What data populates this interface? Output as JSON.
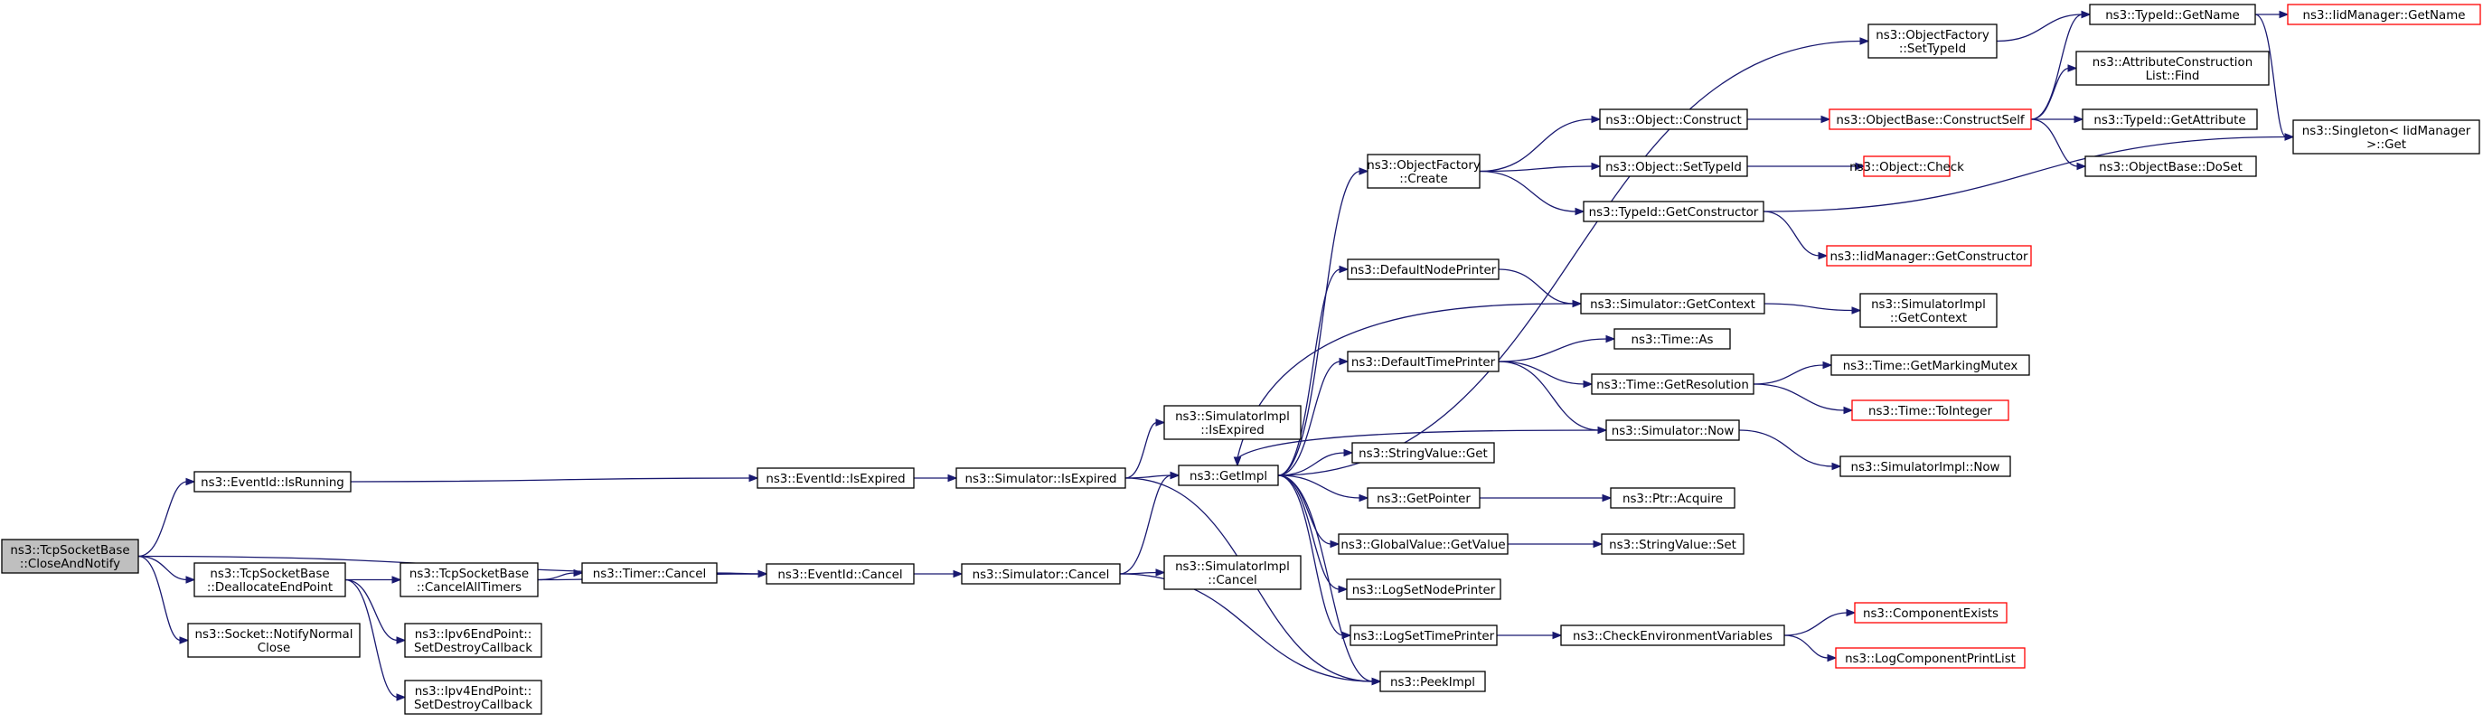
{
  "graph": {
    "nodes": {
      "n0": [
        "ns3::TcpSocketBase",
        "::CloseAndNotify"
      ],
      "n1": [
        "ns3::EventId::IsRunning"
      ],
      "n2": [
        "ns3::TcpSocketBase",
        "::DeallocateEndPoint"
      ],
      "n3": [
        "ns3::Socket::NotifyNormal",
        "Close"
      ],
      "n4": [
        "ns3::EventId::IsExpired"
      ],
      "n5": [
        "ns3::Simulator::IsExpired"
      ],
      "n6": [
        "ns3::SimulatorImpl",
        "::IsExpired"
      ],
      "n7": [
        "ns3::GetImpl"
      ],
      "n8": [
        "ns3::ObjectFactory",
        "::Create"
      ],
      "n9": [
        "ns3::Object::Construct"
      ],
      "n10": [
        "ns3::ObjectBase::ConstructSelf"
      ],
      "n11": [
        "ns3::TypeId::GetName"
      ],
      "n12": [
        "ns3::IidManager::GetName"
      ],
      "n13": [
        "ns3::Singleton< IidManager",
        ">::Get"
      ],
      "n14": [
        "ns3::ObjectFactory",
        "::SetTypeId"
      ],
      "n15": [
        "ns3::AttributeConstruction",
        "List::Find"
      ],
      "n16": [
        "ns3::TypeId::GetAttribute"
      ],
      "n17": [
        "ns3::ObjectBase::DoSet"
      ],
      "n18": [
        "ns3::Object::SetTypeId"
      ],
      "n19": [
        "ns3::Object::Check"
      ],
      "n20": [
        "ns3::TypeId::GetConstructor"
      ],
      "n21": [
        "ns3::IidManager::GetConstructor"
      ],
      "n22": [
        "ns3::DefaultNodePrinter"
      ],
      "n23": [
        "ns3::Simulator::GetContext"
      ],
      "n24": [
        "ns3::SimulatorImpl",
        "::GetContext"
      ],
      "n25": [
        "ns3::DefaultTimePrinter"
      ],
      "n26": [
        "ns3::Time::As"
      ],
      "n27": [
        "ns3::Time::GetResolution"
      ],
      "n28": [
        "ns3::Time::GetMarkingMutex"
      ],
      "n29": [
        "ns3::Time::ToInteger"
      ],
      "n30": [
        "ns3::Simulator::Now"
      ],
      "n31": [
        "ns3::SimulatorImpl::Now"
      ],
      "n32": [
        "ns3::StringValue::Get"
      ],
      "n33": [
        "ns3::GetPointer"
      ],
      "n34": [
        "ns3::Ptr::Acquire"
      ],
      "n35": [
        "ns3::GlobalValue::GetValue"
      ],
      "n36": [
        "ns3::StringValue::Set"
      ],
      "n37": [
        "ns3::LogSetNodePrinter"
      ],
      "n38": [
        "ns3::LogSetTimePrinter"
      ],
      "n39": [
        "ns3::CheckEnvironmentVariables"
      ],
      "n40": [
        "ns3::ComponentExists"
      ],
      "n41": [
        "ns3::LogComponentPrintList"
      ],
      "n42": [
        "ns3::PeekImpl"
      ],
      "n43": [
        "ns3::EventId::Cancel"
      ],
      "n44": [
        "ns3::Simulator::Cancel"
      ],
      "n45": [
        "ns3::SimulatorImpl",
        "::Cancel"
      ],
      "n46": [
        "ns3::TcpSocketBase",
        "::CancelAllTimers"
      ],
      "n47": [
        "ns3::Timer::Cancel"
      ],
      "n48": [
        "ns3::Ipv6EndPoint::",
        "SetDestroyCallback"
      ],
      "n49": [
        "ns3::Ipv4EndPoint::",
        "SetDestroyCallback"
      ]
    },
    "edges": [
      [
        "n0",
        "n1"
      ],
      [
        "n0",
        "n43"
      ],
      [
        "n0",
        "n2"
      ],
      [
        "n0",
        "n3"
      ],
      [
        "n1",
        "n4"
      ],
      [
        "n4",
        "n5"
      ],
      [
        "n5",
        "n6"
      ],
      [
        "n5",
        "n7"
      ],
      [
        "n5",
        "n42"
      ],
      [
        "n7",
        "n8"
      ],
      [
        "n7",
        "n14"
      ],
      [
        "n7",
        "n22"
      ],
      [
        "n7",
        "n25"
      ],
      [
        "n7",
        "n32"
      ],
      [
        "n7",
        "n33"
      ],
      [
        "n7",
        "n35"
      ],
      [
        "n7",
        "n37"
      ],
      [
        "n7",
        "n38"
      ],
      [
        "n7",
        "n42"
      ],
      [
        "n8",
        "n9"
      ],
      [
        "n8",
        "n18"
      ],
      [
        "n8",
        "n20"
      ],
      [
        "n9",
        "n10"
      ],
      [
        "n10",
        "n11"
      ],
      [
        "n10",
        "n15"
      ],
      [
        "n10",
        "n16"
      ],
      [
        "n10",
        "n17"
      ],
      [
        "n11",
        "n12"
      ],
      [
        "n11",
        "n13"
      ],
      [
        "n14",
        "n11"
      ],
      [
        "n18",
        "n19"
      ],
      [
        "n20",
        "n13"
      ],
      [
        "n20",
        "n21"
      ],
      [
        "n22",
        "n23"
      ],
      [
        "n23",
        "n24"
      ],
      [
        "n23",
        "n7"
      ],
      [
        "n25",
        "n26"
      ],
      [
        "n25",
        "n27"
      ],
      [
        "n25",
        "n30"
      ],
      [
        "n27",
        "n28"
      ],
      [
        "n27",
        "n29"
      ],
      [
        "n30",
        "n7"
      ],
      [
        "n30",
        "n31"
      ],
      [
        "n33",
        "n34"
      ],
      [
        "n35",
        "n36"
      ],
      [
        "n38",
        "n39"
      ],
      [
        "n39",
        "n40"
      ],
      [
        "n39",
        "n41"
      ],
      [
        "n2",
        "n46"
      ],
      [
        "n2",
        "n48"
      ],
      [
        "n2",
        "n49"
      ],
      [
        "n46",
        "n47"
      ],
      [
        "n46",
        "n43"
      ],
      [
        "n47",
        "n43"
      ],
      [
        "n43",
        "n44"
      ],
      [
        "n44",
        "n45"
      ],
      [
        "n44",
        "n7"
      ],
      [
        "n44",
        "n42"
      ]
    ]
  }
}
